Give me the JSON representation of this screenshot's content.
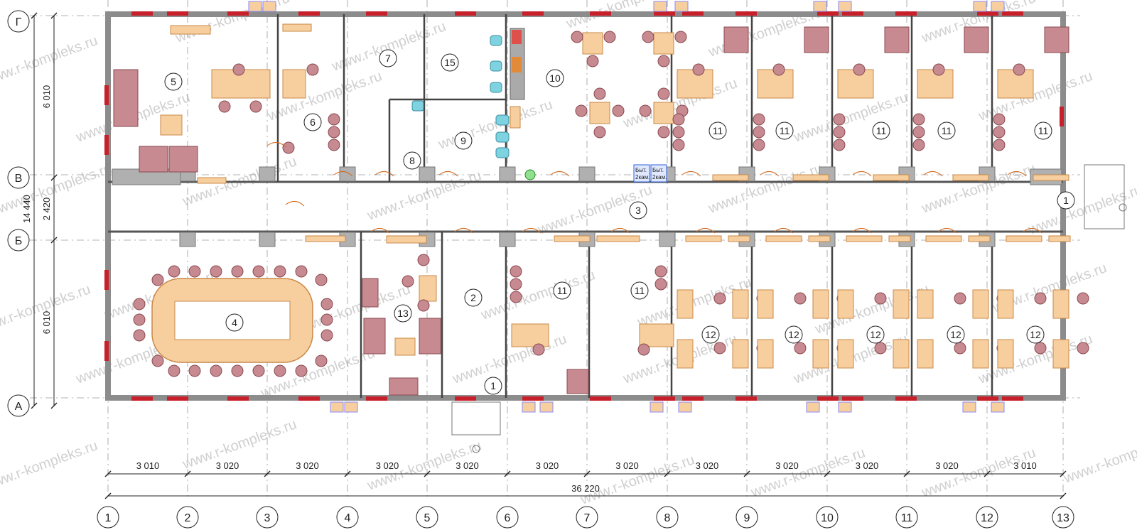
{
  "watermark": "www.r-kompleks.ru",
  "colors": {
    "wall": "#8c8c8c",
    "column": "#b0b0b0",
    "furniture": "#f7cf9e",
    "furniture_stroke": "#c9894a",
    "chair": "#c68a90",
    "sofa": "#c68a90",
    "window_red": "#c8202a",
    "door": "#d2691e",
    "plumbing": "#7fd3e0",
    "label_blue": "#2f5fd8"
  },
  "row_axes": {
    "G": "Г",
    "V": "В",
    "B": "Б",
    "A": "А"
  },
  "col_axes": [
    "1",
    "2",
    "3",
    "4",
    "5",
    "6",
    "7",
    "8",
    "9",
    "10",
    "11",
    "12",
    "13"
  ],
  "vertical_dims": {
    "top": "6 010",
    "mid": "2 420",
    "bottom": "6 010",
    "total": "14 440"
  },
  "horizontal_dims": [
    "3 010",
    "3 020",
    "3 020",
    "3 020",
    "3 020",
    "3 020",
    "3 020",
    "3 020",
    "3 020",
    "3 020",
    "3 020",
    "3 010"
  ],
  "total_width": "36 220",
  "room_numbers": {
    "r5": "5",
    "r6": "6",
    "r7": "7",
    "r15": "15",
    "r9": "9",
    "r8": "8",
    "r10": "10",
    "r11a": "11",
    "r11b": "11",
    "r11c": "11",
    "r11d": "11",
    "r11e": "11",
    "r3": "3",
    "r1_right": "1",
    "r4": "4",
    "r13": "13",
    "r2": "2",
    "r1_bottom": "1",
    "r11f": "11",
    "r11g": "11",
    "r12a": "12",
    "r12b": "12",
    "r12c": "12",
    "r12d": "12",
    "r12e": "12"
  },
  "appliance_labels": {
    "line1": "Быт.",
    "line2": "2кам."
  }
}
